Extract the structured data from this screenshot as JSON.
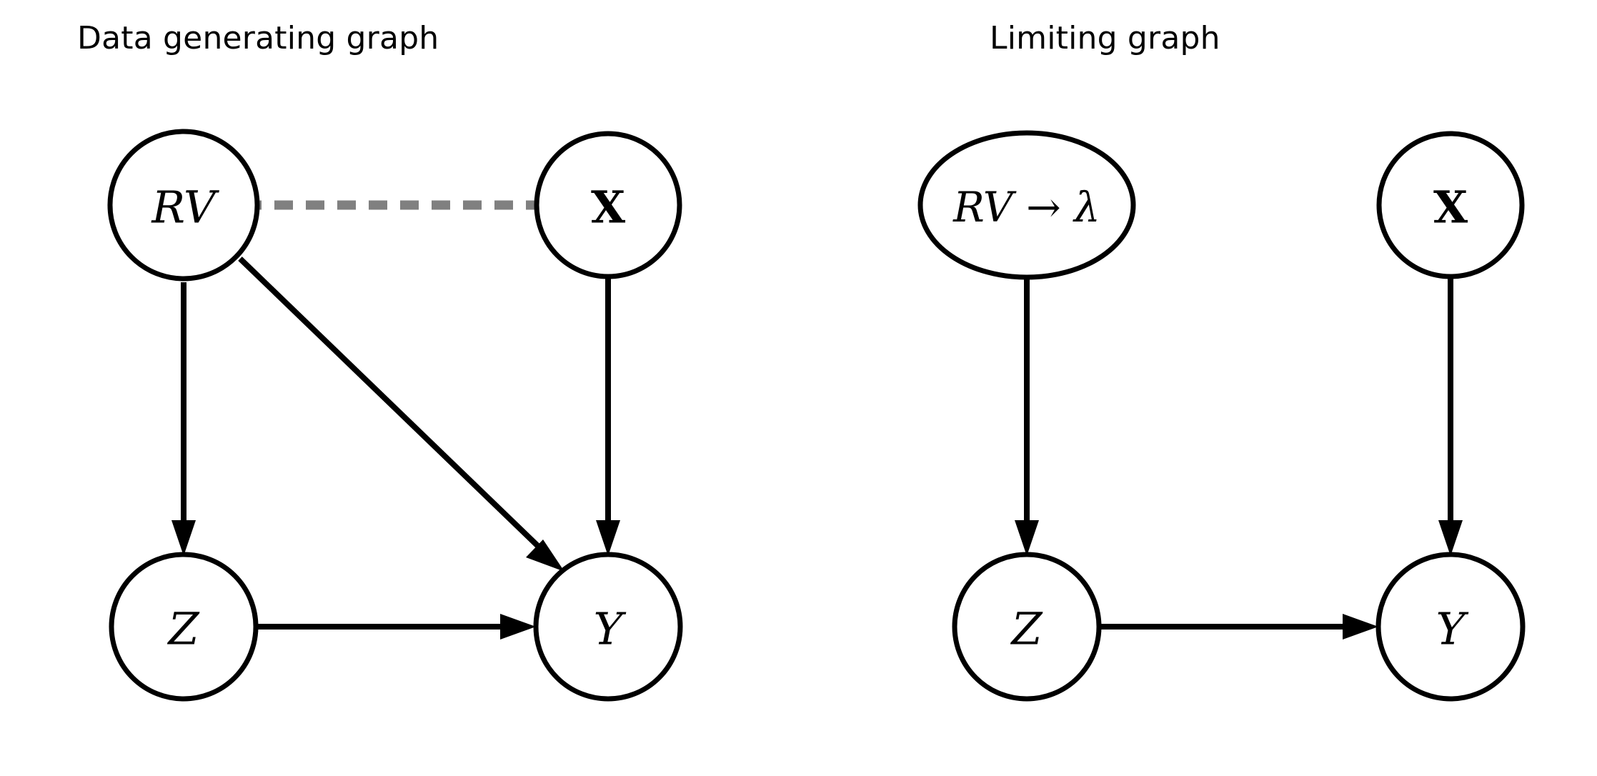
{
  "figure": {
    "background_color": "#ffffff",
    "stroke_color": "#000000",
    "dashed_edge_color": "#808080"
  },
  "panels": [
    {
      "id": "data-generating-graph",
      "title": "Data generating graph",
      "nodes": [
        {
          "id": "RV",
          "label": "RV",
          "shape": "circle",
          "style": "italic"
        },
        {
          "id": "X",
          "label": "X",
          "shape": "circle",
          "style": "bold"
        },
        {
          "id": "Z",
          "label": "Z",
          "shape": "circle",
          "style": "italic"
        },
        {
          "id": "Y",
          "label": "Y",
          "shape": "circle",
          "style": "italic"
        }
      ],
      "edges": [
        {
          "from": "RV",
          "to": "Z",
          "type": "directed"
        },
        {
          "from": "RV",
          "to": "Y",
          "type": "directed"
        },
        {
          "from": "X",
          "to": "Y",
          "type": "directed"
        },
        {
          "from": "Z",
          "to": "Y",
          "type": "directed"
        },
        {
          "from": "RV",
          "to": "X",
          "type": "dashed-undirected"
        }
      ]
    },
    {
      "id": "limiting-graph",
      "title": "Limiting graph",
      "nodes": [
        {
          "id": "RVlam",
          "label": "RV → λ",
          "shape": "ellipse",
          "style": "italic"
        },
        {
          "id": "X",
          "label": "X",
          "shape": "circle",
          "style": "bold"
        },
        {
          "id": "Z",
          "label": "Z",
          "shape": "circle",
          "style": "italic"
        },
        {
          "id": "Y",
          "label": "Y",
          "shape": "circle",
          "style": "italic"
        }
      ],
      "edges": [
        {
          "from": "RVlam",
          "to": "Z",
          "type": "directed"
        },
        {
          "from": "X",
          "to": "Y",
          "type": "directed"
        },
        {
          "from": "Z",
          "to": "Y",
          "type": "directed"
        }
      ]
    }
  ],
  "labels": {
    "left_title": "Data generating graph",
    "right_title": "Limiting graph",
    "rv": "RV",
    "x": "X",
    "z": "Z",
    "y": "Y",
    "rv_to_lambda": "RV → λ"
  }
}
